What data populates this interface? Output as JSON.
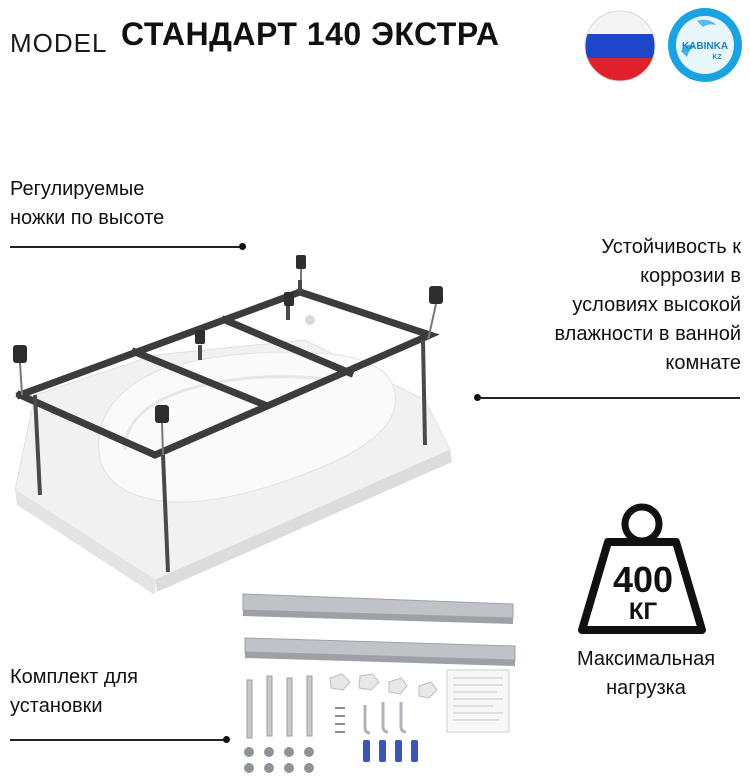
{
  "header": {
    "model_label": "MODEL",
    "product_name": "СТАНДАРТ 140 ЭКСТРА"
  },
  "brand": {
    "logo_text": "KABINKA",
    "logo_subtext": "KZ"
  },
  "features": {
    "legs": [
      "Регулируемые",
      "ножки по высоте"
    ],
    "corrosion": [
      "Устойчивость к",
      "коррозии в",
      "условиях высокой",
      "влажности в ванной",
      "комнате"
    ],
    "kit": [
      "Комплект для",
      "установки"
    ]
  },
  "load": {
    "value": "400",
    "unit": "КГ",
    "caption": [
      "Максимальная",
      "нагрузка"
    ]
  },
  "colors": {
    "flag_white": "#ffffff",
    "flag_blue": "#1c47c9",
    "flag_red": "#e0202a",
    "logo_blue": "#1aa3e0",
    "frame": "#3c3c3c",
    "rail": "#b8bcc2"
  }
}
